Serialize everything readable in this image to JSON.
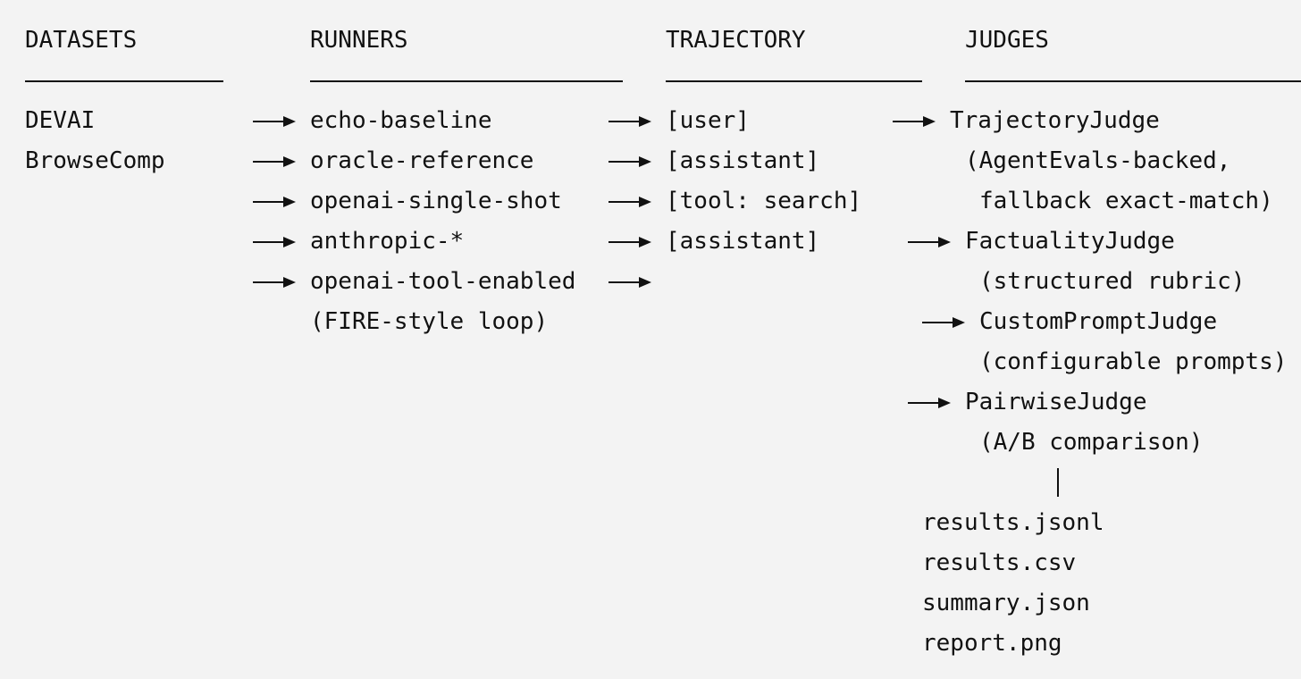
{
  "headers": {
    "datasets": "DATASETS",
    "runners": "RUNNERS",
    "trajectory": "TRAJECTORY",
    "judges": "JUDGES"
  },
  "datasets": [
    "DEVAI",
    "BrowseComp"
  ],
  "runners": [
    "echo-baseline",
    "oracle-reference",
    "openai-single-shot",
    "anthropic-*",
    "openai-tool-enabled",
    "(FIRE-style loop)"
  ],
  "trajectory": [
    "[user]",
    "[assistant]",
    "[tool: search]",
    "[assistant]"
  ],
  "judges": [
    {
      "name": "TrajectoryJudge",
      "notes": [
        "(AgentEvals-backed,",
        "fallback exact-match)"
      ]
    },
    {
      "name": "FactualityJudge",
      "notes": [
        "(structured rubric)"
      ]
    },
    {
      "name": "CustomPromptJudge",
      "notes": [
        "(configurable prompts)"
      ]
    },
    {
      "name": "PairwiseJudge",
      "notes": [
        "(A/B comparison)"
      ]
    }
  ],
  "outputs": [
    "results.jsonl",
    "results.csv",
    "summary.json",
    "report.png"
  ]
}
